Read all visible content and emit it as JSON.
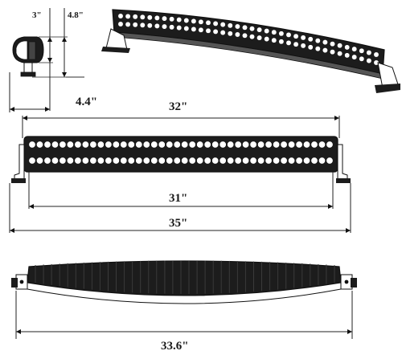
{
  "dimensions": {
    "side_height_inner": "3\"",
    "side_height_outer": "4.8\"",
    "side_depth": "4.4\"",
    "front_housing_width": "32\"",
    "front_lens_width": "31\"",
    "front_overall_width": "35\"",
    "top_overall_width": "33.6\""
  },
  "colors": {
    "ink": "#111111",
    "led_fill": "#ffffff",
    "housing": "#1c1c1c"
  },
  "led_bar": {
    "columns": 40,
    "rows": 2
  }
}
